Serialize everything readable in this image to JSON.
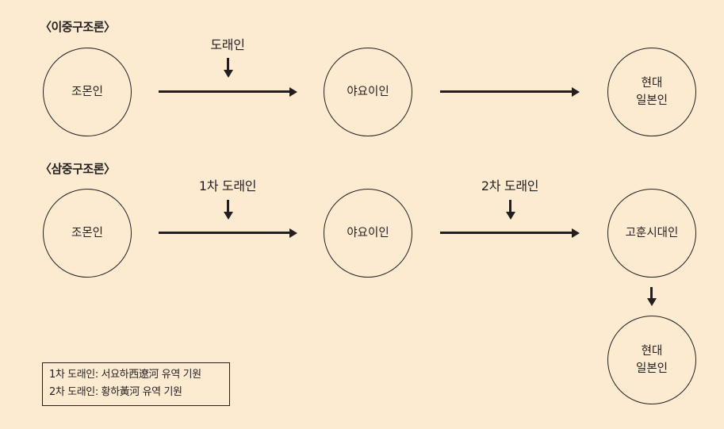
{
  "dual": {
    "heading": "〈이중구조론〉",
    "nodes": [
      "조몬인",
      "야요이인",
      "현대\n일본인"
    ],
    "migration_label": "도래인"
  },
  "triple": {
    "heading": "〈삼중구조론〉",
    "nodes": [
      "조몬인",
      "야요이인",
      "고훈시대인",
      "현대\n일본인"
    ],
    "migration1_label": "1차 도래인",
    "migration2_label": "2차 도래인"
  },
  "note": {
    "line1": "1차 도래인: 서요하西遼河 유역 기원",
    "line2": "2차 도래인: 황하黃河 유역 기원"
  }
}
